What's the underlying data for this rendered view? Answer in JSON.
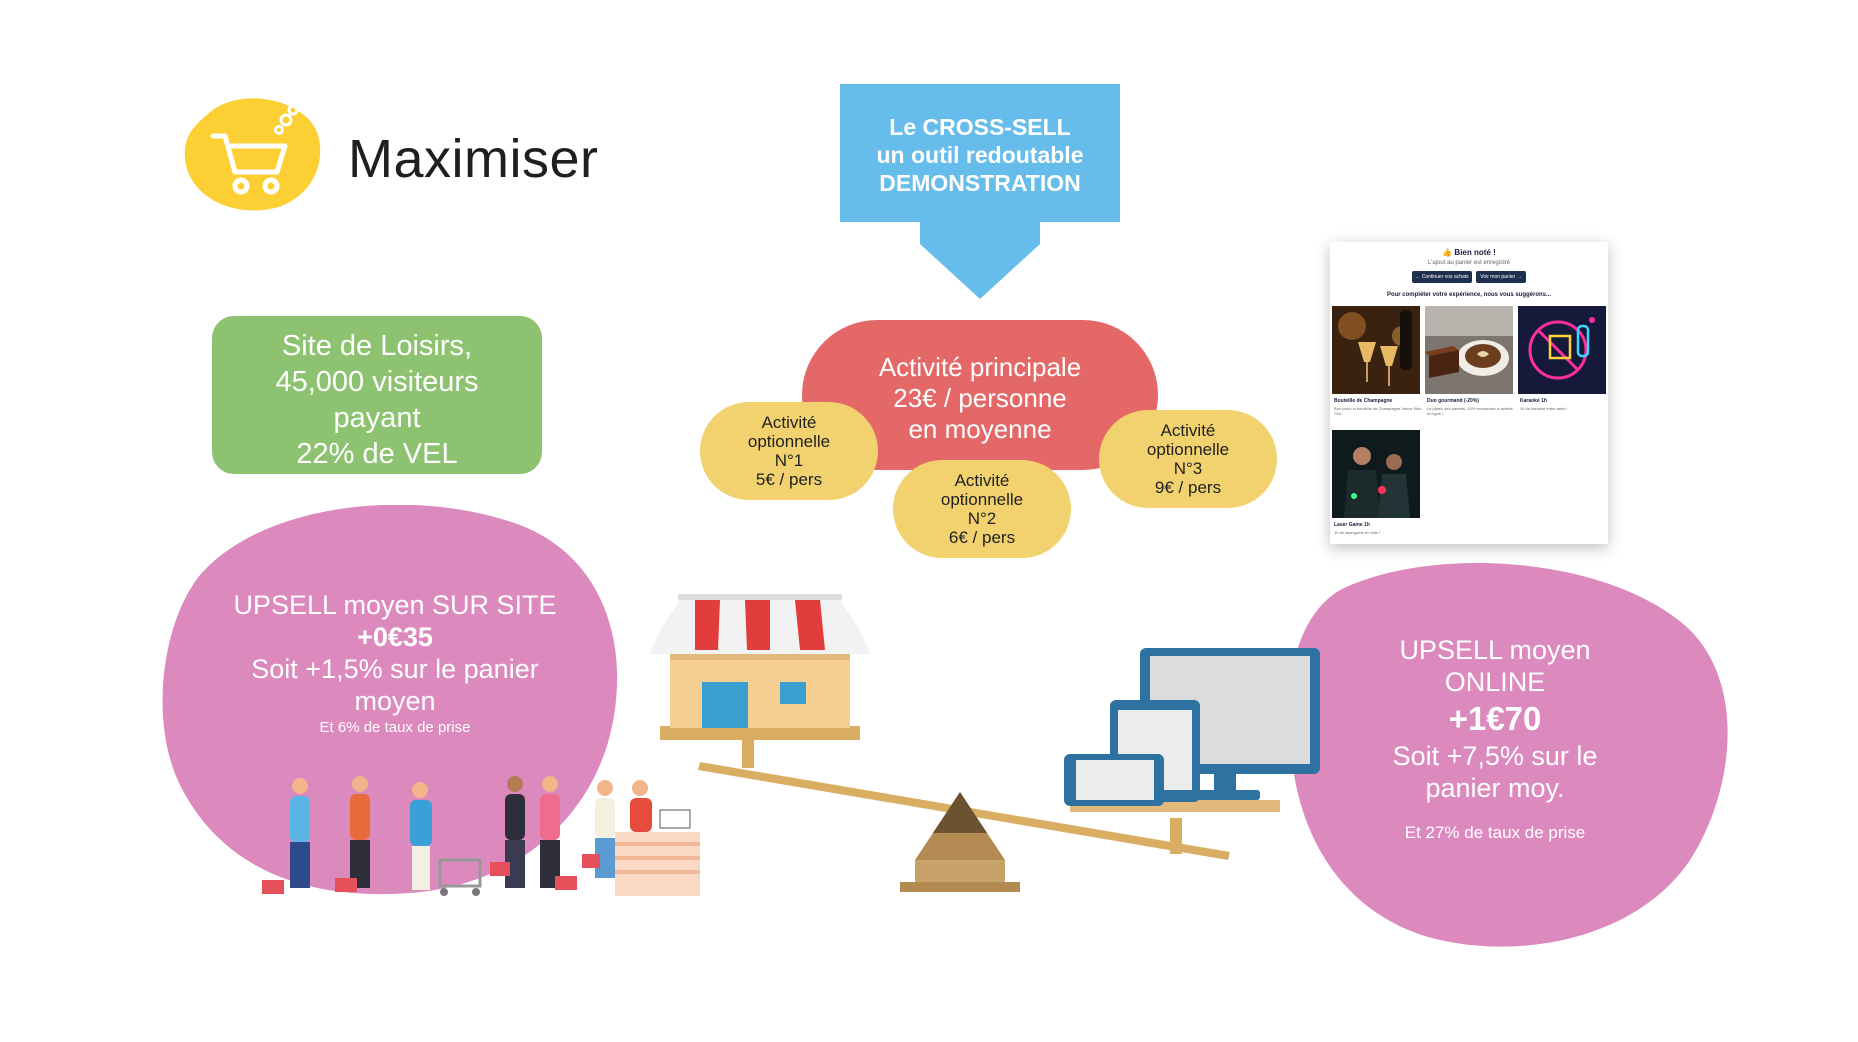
{
  "header": {
    "title": "Maximiser",
    "logo_icon": "shopping-cart-icon",
    "logo_color": "#fcd035"
  },
  "callout": {
    "line1": "Le CROSS-SELL",
    "line2": "un outil redoutable",
    "line3": "DEMONSTRATION",
    "color": "#66bcea"
  },
  "site": {
    "line1": "Site de Loisirs,",
    "line2": "45,000 visiteurs",
    "line3": "payant",
    "line4": "22% de VEL",
    "color": "#8dc370"
  },
  "activities": {
    "main": {
      "line1": "Activité principale",
      "line2": "23€ / personne",
      "line3": "en moyenne",
      "color": "#e46868"
    },
    "optional": [
      {
        "line1": "Activité",
        "line2": "optionnelle",
        "line3": "N°1",
        "line4": "5€ / pers"
      },
      {
        "line1": "Activité",
        "line2": "optionnelle",
        "line3": "N°2",
        "line4": "6€ / pers"
      },
      {
        "line1": "Activité",
        "line2": "optionnelle",
        "line3": "N°3",
        "line4": "9€ / pers"
      }
    ],
    "optional_color": "#f1d26e"
  },
  "product_card": {
    "title": "👍 Bien noté !",
    "subtitle": "L'ajout au panier est enregistré",
    "button_continue": "← Continuer vos achats",
    "button_cart": "Voir mon panier →",
    "suggestion": "Pour compléter votre expérience, nous vous suggérons...",
    "items": [
      {
        "name": "Bouteille de Champagne",
        "desc": "Bon pour un bouteille de Champagne Veuve Kiko 75cl",
        "icon": "champagne-image"
      },
      {
        "name": "Duo gourmand (-20%)",
        "desc": "Le plaisir des parents. 20% économisé si acheté en ligne !",
        "icon": "coffee-cake-image"
      },
      {
        "name": "Karaoké 1h",
        "desc": "1h de karaoké entre amis !",
        "icon": "karaoke-neon-image"
      },
      {
        "name": "Laser Game 1h",
        "desc": "1h de lasergame en folie !",
        "icon": "laser-game-image"
      }
    ]
  },
  "upsell_site": {
    "line1": "UPSELL moyen SUR SITE",
    "line2": "+0€35",
    "line3": "Soit +1,5% sur le panier",
    "line3b": "moyen",
    "line4": "Et 6% de taux de prise",
    "color": "#dc89be"
  },
  "upsell_online": {
    "line1": "UPSELL moyen",
    "line1b": "ONLINE",
    "line2": "+1€70",
    "line3": "Soit +7,5% sur le",
    "line3b": "panier moy.",
    "line4": "Et 27% de taux de prise",
    "color": "#dc89be"
  },
  "illustration": {
    "left_icon": "store-icon",
    "right_icon": "devices-icon",
    "pivot_icon": "balance-pivot-icon",
    "crowd_icon": "queue-of-people-icon"
  }
}
